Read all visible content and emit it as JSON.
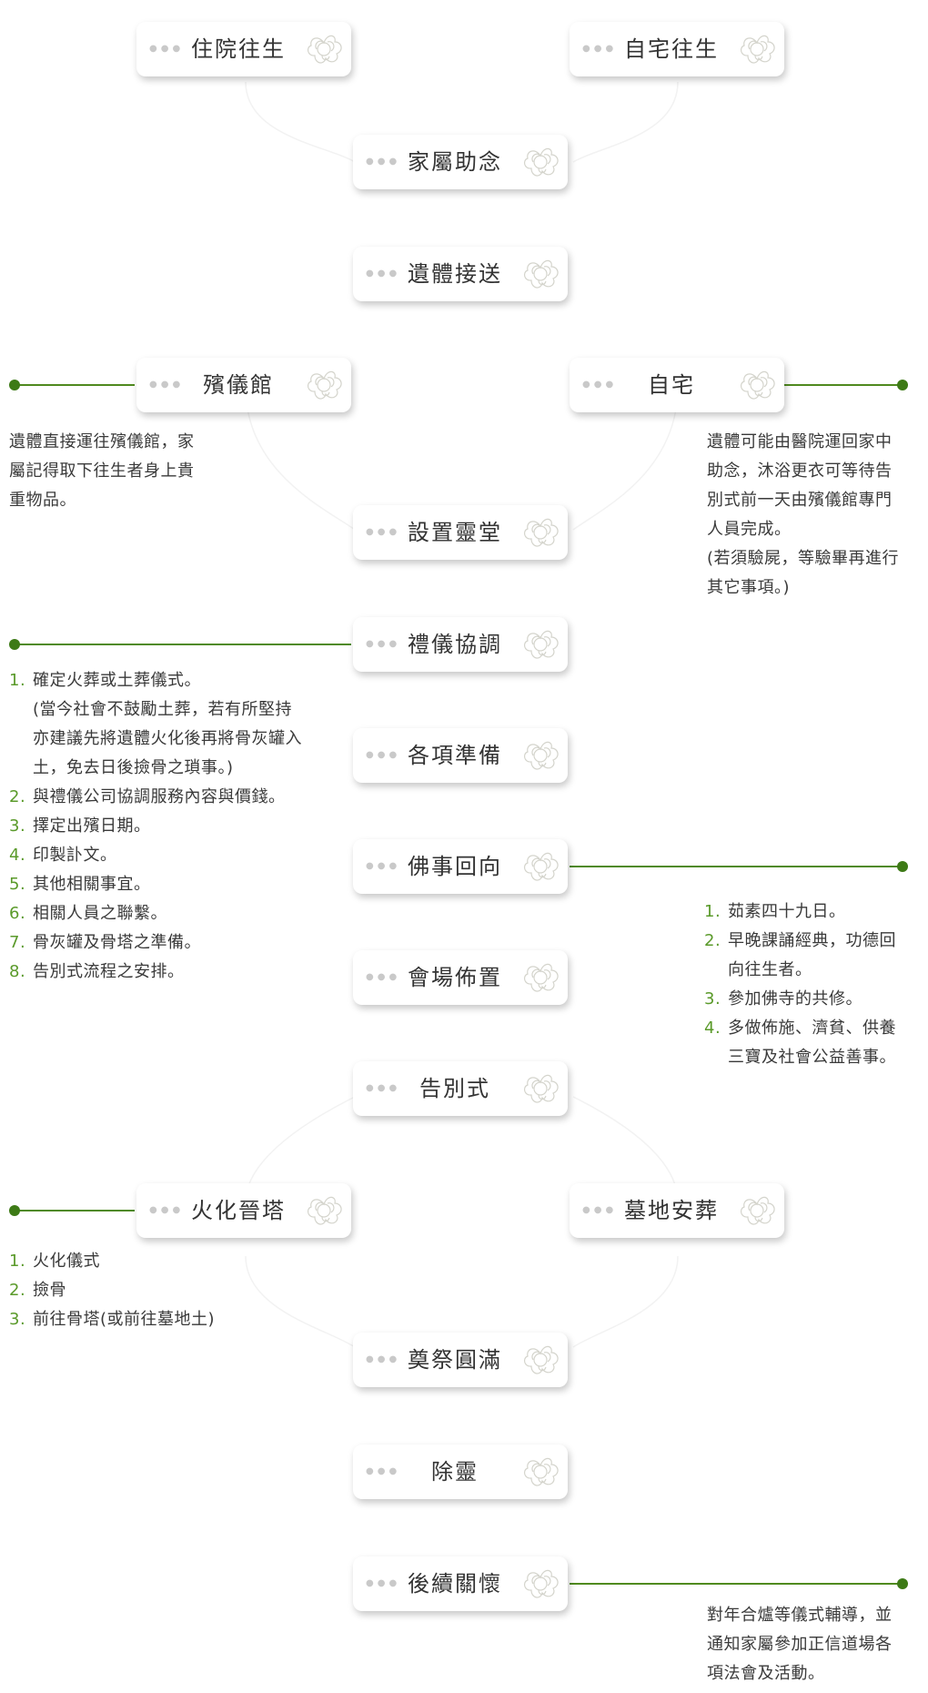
{
  "colors": {
    "accent_green": "#4f8a1f",
    "dot_green": "#3d7a16",
    "node_text": "#333333",
    "number_green": "#5a9a2a"
  },
  "decoration_icon": "flower-sketch-icon",
  "nodes": {
    "hospital_death": "住院往生",
    "home_death": "自宅往生",
    "family_chanting": "家屬助念",
    "body_transfer": "遺體接送",
    "funeral_home": "殯儀館",
    "home": "自宅",
    "set_up_altar": "設置靈堂",
    "ritual_coordination": "禮儀協調",
    "preparations": "各項準備",
    "buddhist_merit": "佛事回向",
    "venue_setup": "會場佈置",
    "farewell_ceremony": "告別式",
    "cremation_pagoda": "火化晉塔",
    "cemetery_burial": "墓地安葬",
    "memorial_completion": "奠祭圓滿",
    "removal_of_altar": "除靈",
    "follow_up_care": "後續關懷"
  },
  "notes": {
    "funeral_home": [
      "遺體直接運往殯儀館，家",
      "屬記得取下往生者身上貴",
      "重物品。"
    ],
    "home": [
      "遺體可能由醫院運回家中",
      "助念，沐浴更衣可等待告",
      "別式前一天由殯儀館專門",
      "人員完成。",
      "(若須驗屍，等驗畢再進行",
      "其它事項。)"
    ],
    "ritual_coordination": [
      {
        "num": "1.",
        "lines": [
          "確定火葬或土葬儀式。",
          "(當今社會不鼓勵土葬，若有所堅持",
          "亦建議先將遺體火化後再將骨灰罐入",
          "土，免去日後撿骨之瑣事。)"
        ]
      },
      {
        "num": "2.",
        "lines": [
          "與禮儀公司協調服務內容與價錢。"
        ]
      },
      {
        "num": "3.",
        "lines": [
          "擇定出殯日期。"
        ]
      },
      {
        "num": "4.",
        "lines": [
          "印製訃文。"
        ]
      },
      {
        "num": "5.",
        "lines": [
          "其他相關事宜。"
        ]
      },
      {
        "num": "6.",
        "lines": [
          "相關人員之聯繫。"
        ]
      },
      {
        "num": "7.",
        "lines": [
          "骨灰罐及骨塔之準備。"
        ]
      },
      {
        "num": "8.",
        "lines": [
          "告別式流程之安排。"
        ]
      }
    ],
    "buddhist_merit": [
      {
        "num": "1.",
        "lines": [
          "茹素四十九日。"
        ]
      },
      {
        "num": "2.",
        "lines": [
          "早晚課誦經典，功德回",
          "向往生者。"
        ]
      },
      {
        "num": "3.",
        "lines": [
          "參加佛寺的共修。"
        ]
      },
      {
        "num": "4.",
        "lines": [
          "多做佈施、濟貧、供養",
          "三寶及社會公益善事。"
        ]
      }
    ],
    "cremation_pagoda": [
      {
        "num": "1.",
        "lines": [
          "火化儀式"
        ]
      },
      {
        "num": "2.",
        "lines": [
          "撿骨"
        ]
      },
      {
        "num": "3.",
        "lines": [
          "前往骨塔(或前往墓地土)"
        ]
      }
    ],
    "follow_up_care": [
      "對年合爐等儀式輔導，並",
      "通知家屬參加正信道場各",
      "項法會及活動。"
    ]
  }
}
